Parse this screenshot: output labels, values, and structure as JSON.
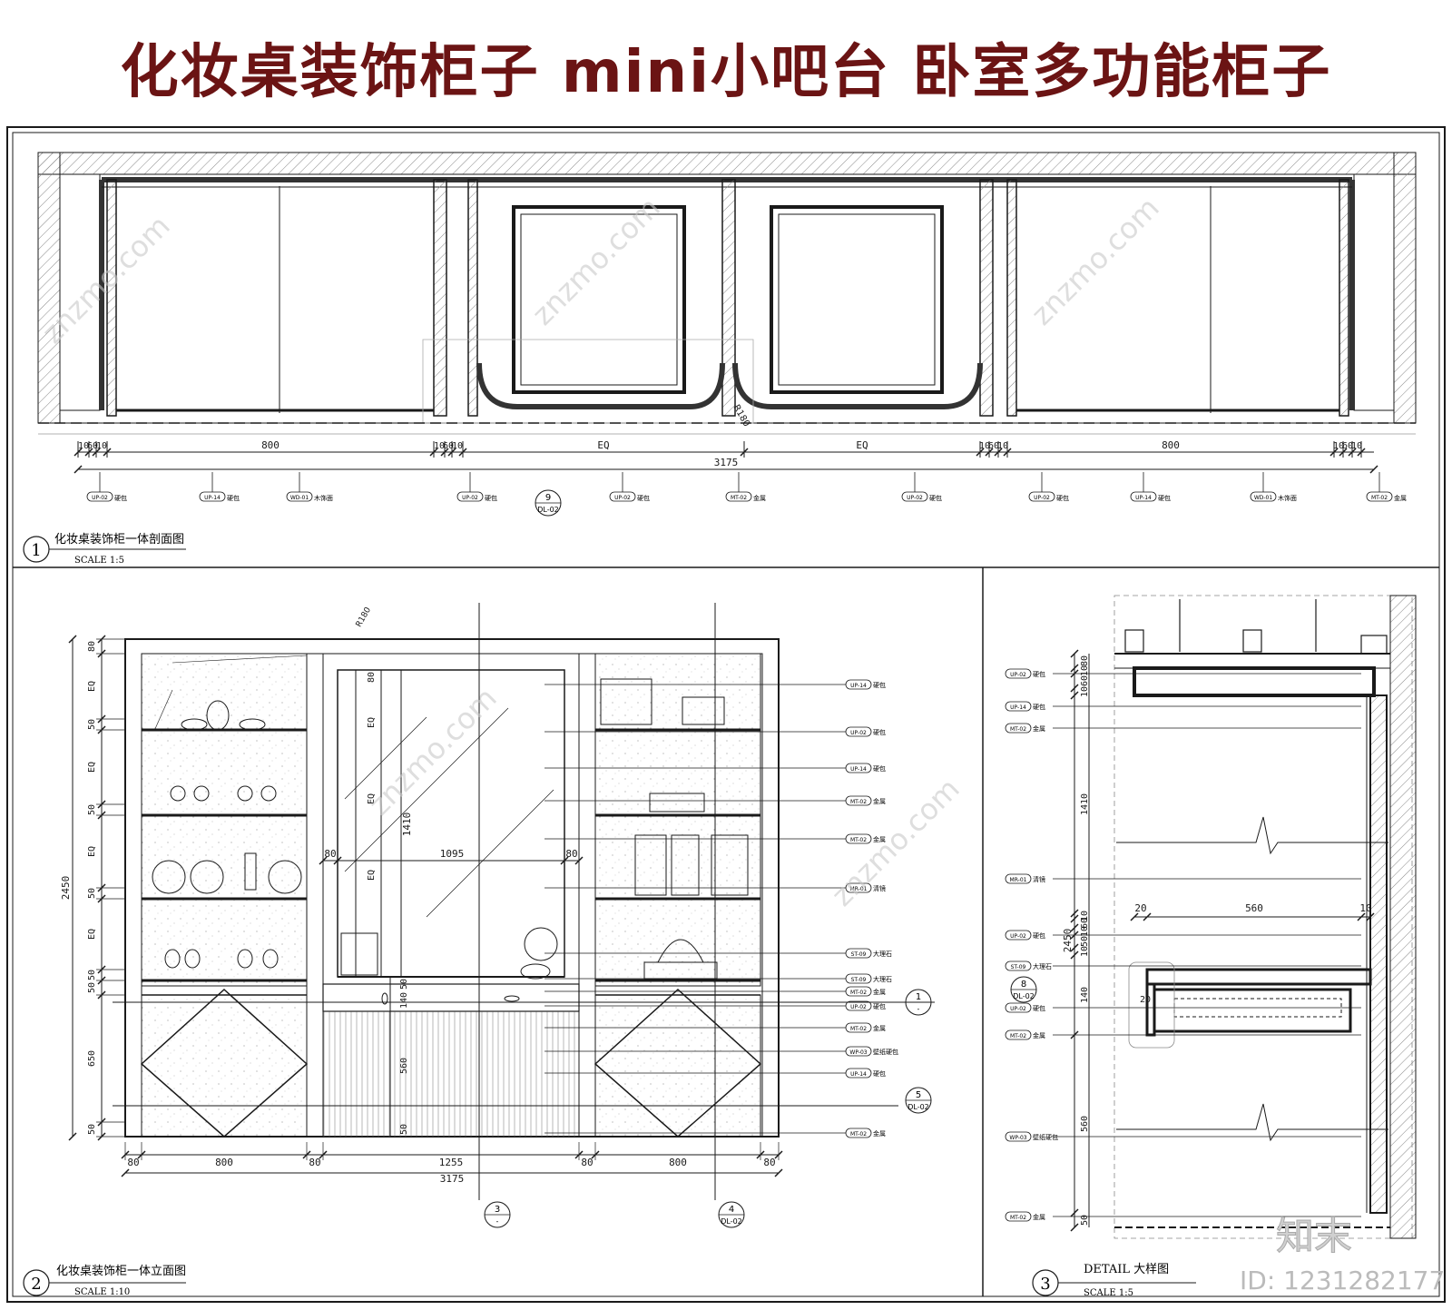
{
  "title": "化妆桌装饰柜子 mini小吧台 卧室多功能柜子",
  "colors": {
    "title": "#6b1414",
    "line": "#1a1a1a",
    "hatch": "#777777",
    "watermark": "#c8c8c8"
  },
  "watermark": {
    "site": "znzmo.com",
    "brand": "知末",
    "id": "ID: 1231282177"
  },
  "views": {
    "section": {
      "number": "1",
      "name": "化妆桌装饰柜一体剖面图",
      "scale": "SCALE    1:5"
    },
    "elevation": {
      "number": "2",
      "name": "化妆桌装饰柜一体立面图",
      "scale": "SCALE    1:10"
    },
    "detail": {
      "number": "3",
      "name": "DETAIL  大样图",
      "scale": "SCALE    1:5"
    }
  },
  "section_dims": {
    "segments": [
      "10",
      "60",
      "10",
      "800",
      "10",
      "60",
      "10",
      "EQ",
      "EQ",
      "10",
      "60",
      "10",
      "800",
      "10",
      "60",
      "10"
    ],
    "total": "3175",
    "radius_left": "R180",
    "radius_right": "R180"
  },
  "section_tags": [
    {
      "code": "UP-02",
      "text": "硬包"
    },
    {
      "code": "UP-14",
      "text": "硬包"
    },
    {
      "code": "WD-01",
      "text": "木饰面"
    },
    {
      "code": "UP-02",
      "text": "硬包"
    },
    {
      "code": "UP-02",
      "text": "硬包"
    },
    {
      "code": "MT-02",
      "text": "金属"
    },
    {
      "code": "UP-02",
      "text": "硬包"
    },
    {
      "code": "UP-02",
      "text": "硬包"
    },
    {
      "code": "UP-14",
      "text": "硬包"
    },
    {
      "code": "WD-01",
      "text": "木饰面"
    },
    {
      "code": "MT-02",
      "text": "金属"
    }
  ],
  "section_callout": {
    "num": "9",
    "sheet": "DL-02"
  },
  "elevation_dims": {
    "left_vertical": [
      "80",
      "EQ",
      "50",
      "EQ",
      "50",
      "EQ",
      "50",
      "EQ",
      "50",
      "50",
      "650",
      "50"
    ],
    "total_height": "2450",
    "center_vertical": [
      "80",
      "EQ",
      "EQ",
      "EQ"
    ],
    "mirror_height": "1410",
    "drawer_dims": [
      "50",
      "140",
      "560",
      "50"
    ],
    "inner_width": "1095",
    "inner_side_left": "80",
    "inner_side_right": "80",
    "bottom": [
      "80",
      "800",
      "80",
      "1255",
      "80",
      "800",
      "80"
    ],
    "total_width": "3175"
  },
  "elevation_tags": [
    {
      "code": "UP-14",
      "text": "硬包"
    },
    {
      "code": "UP-02",
      "text": "硬包"
    },
    {
      "code": "UP-14",
      "text": "硬包"
    },
    {
      "code": "MT-02",
      "text": "金属"
    },
    {
      "code": "MT-02",
      "text": "金属"
    },
    {
      "code": "MR-01",
      "text": "清镜"
    },
    {
      "code": "ST-09",
      "text": "大理石"
    },
    {
      "code": "ST-09",
      "text": "大理石"
    },
    {
      "code": "MT-02",
      "text": "金属"
    },
    {
      "code": "UP-02",
      "text": "硬包"
    },
    {
      "code": "MT-02",
      "text": "金属"
    },
    {
      "code": "WP-03",
      "text": "壁纸硬包"
    },
    {
      "code": "UP-14",
      "text": "硬包"
    },
    {
      "code": "MT-02",
      "text": "金属"
    }
  ],
  "elevation_callouts": [
    {
      "num": "1",
      "sheet": "-"
    },
    {
      "num": "5",
      "sheet": "DL-02"
    },
    {
      "num": "3",
      "sheet": "-"
    },
    {
      "num": "4",
      "sheet": "DL-02"
    }
  ],
  "detail_tags": [
    {
      "code": "UP-02",
      "text": "硬包"
    },
    {
      "code": "UP-14",
      "text": "硬包"
    },
    {
      "code": "MT-02",
      "text": "金属"
    },
    {
      "code": "MR-01",
      "text": "清镜"
    },
    {
      "code": "UP-02",
      "text": "硬包"
    },
    {
      "code": "ST-09",
      "text": "大理石"
    },
    {
      "code": "UP-02",
      "text": "硬包"
    },
    {
      "code": "MT-02",
      "text": "金属"
    },
    {
      "code": "WP-03",
      "text": "壁纸硬包"
    },
    {
      "code": "MT-02",
      "text": "金属"
    }
  ],
  "detail_dims": {
    "vertical": [
      "80",
      "10",
      "60",
      "10",
      "1410",
      "10",
      "60",
      "10",
      "50",
      "10",
      "140",
      "560",
      "50"
    ],
    "total": "2450",
    "top": [
      "20",
      "560",
      "10"
    ],
    "side": "20"
  },
  "detail_callout": {
    "num": "8",
    "sheet": "DL-02"
  }
}
